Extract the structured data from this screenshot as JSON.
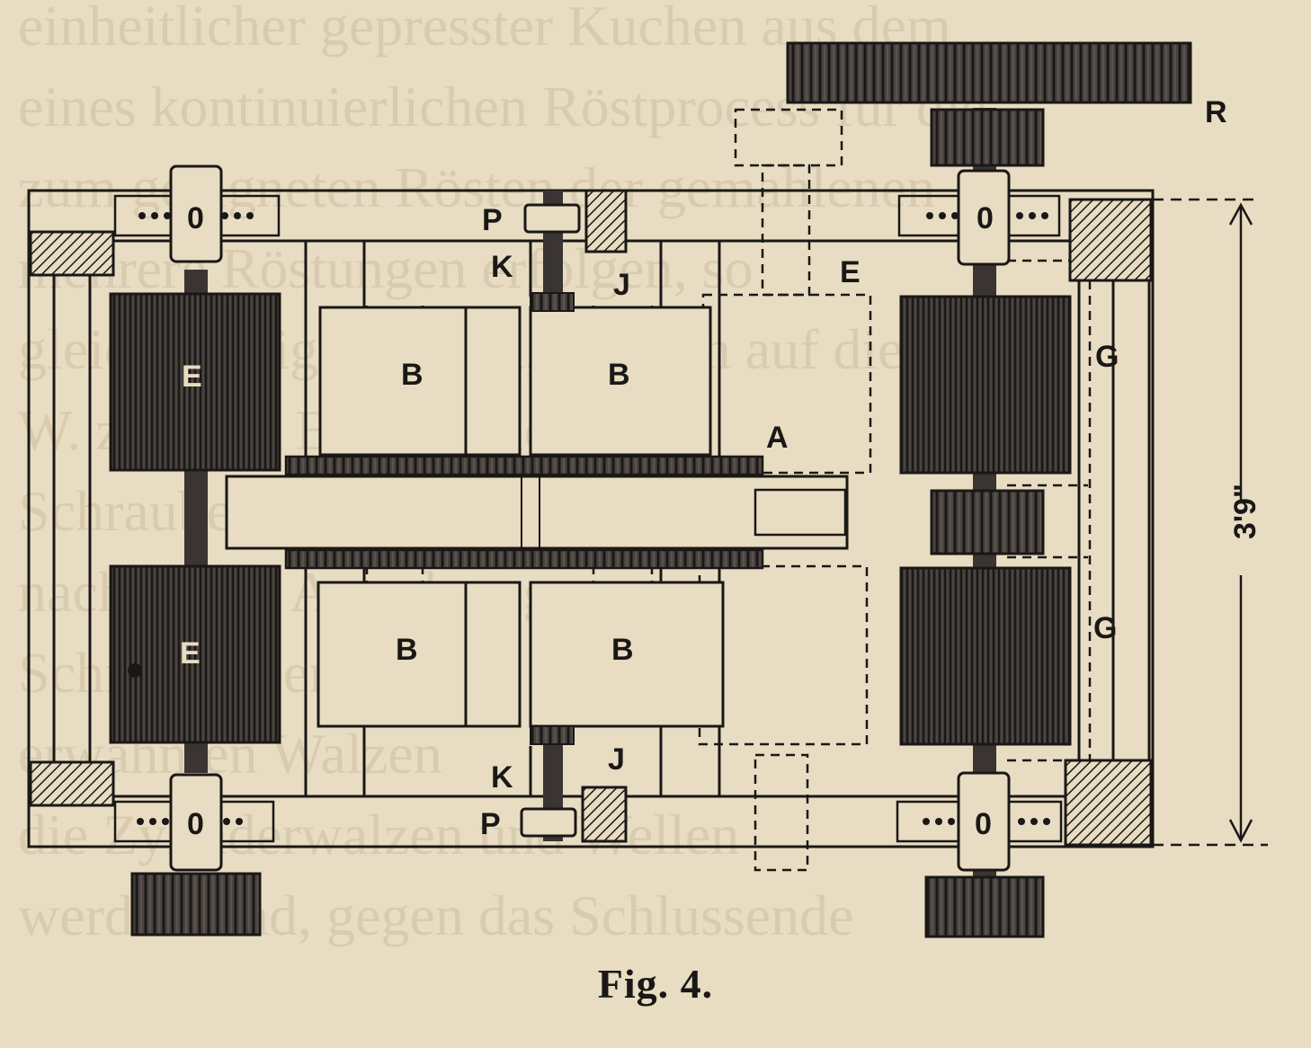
{
  "figure": {
    "caption": "Fig. 4.",
    "dimension_label": "3'9\"",
    "labels": {
      "A": "A",
      "B": "B",
      "E": "E",
      "G": "G",
      "J": "J",
      "K": "K",
      "P": "P",
      "R": "R",
      "O": "0"
    },
    "background_text_lines": [
      "einheitlicher gepresster Kuchen aus dem",
      "eines kontinuierlichen Röstprocess für die",
      "zum geeigneten Rösten der gemahlenen",
      "mehrere Röstungen erfolgen, so",
      "gleichmässig erfolgen, so kann auf die",
      "W. z. B. Im Betrieb dieser",
      "Schrauben, wie in Fig. 4 dargestellt",
      "nach dieser Anordnung",
      "Schmiedeisen, die für die Fig.",
      "erwähnten Walzen",
      "die Zylinderwalzen und Wellen",
      "werden sind, gegen das Schlussende"
    ],
    "colors": {
      "paper": "#e8dcc2",
      "ink": "#1a1816",
      "ghost_text": "#d8cbb0"
    }
  }
}
